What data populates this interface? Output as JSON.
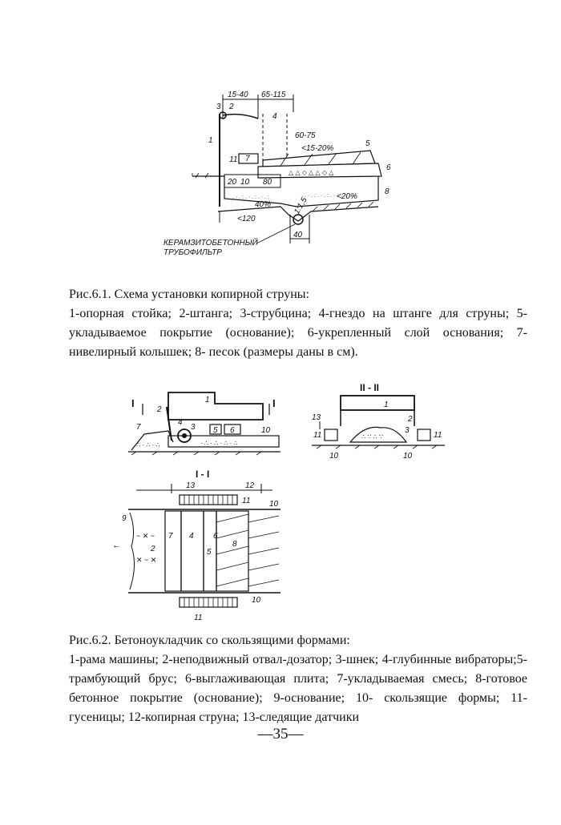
{
  "figure1": {
    "labels": {
      "dim_a": "15-40",
      "dim_b": "65-115",
      "dim_c": "60-75",
      "slope1": "<15-20%",
      "slope2": "40%",
      "slope3": "<20%",
      "side": "1:1,5",
      "d120": "<120",
      "d40": "40",
      "d20": "20",
      "d10": "10",
      "d80": "80",
      "n1": "1",
      "n2": "2",
      "n3": "3",
      "n4": "4",
      "n5": "5",
      "n6": "6",
      "n7": "7",
      "n8": "8",
      "n11": "11",
      "note1": "КЕРАМЗИТОБЕТОННЫЙ",
      "note2": "ТРУБОФИЛЬТР"
    },
    "caption_title": "Рис.6.1. Схема установки копирной струны:",
    "caption_text": "1-опорная стойка; 2-штанга; 3-струбцина; 4-гнездо на штанге для струны; 5- укладываемое покрытие (основание); 6-укрепленный слой основания; 7-нивелирный колышек; 8- песок (размеры даны в см)."
  },
  "figure2": {
    "labels": {
      "sec1": "I",
      "sec2": "I",
      "secII": "II - II",
      "secI": "I - I",
      "n1": "1",
      "n2": "2",
      "n3": "3",
      "n4": "4",
      "n5": "5",
      "n6": "6",
      "n7": "7",
      "n8": "8",
      "n9": "9",
      "n10": "10",
      "n11": "11",
      "n12": "12",
      "n13": "13"
    },
    "caption_title": "Рис.6.2. Бетоноукладчик со скользящими формами:",
    "caption_text": "1-рама машины; 2-неподвижный отвал-дозатор; 3-шнек; 4-глубинные вибраторы;5-трамбующий брус; 6-выглаживающая плита; 7-укладываемая смесь; 8-готовое бетонное покрытие (основание); 9-основание; 10- скользящие формы; 11- гусеницы; 12-копирная струна; 13-следящие датчики"
  },
  "page_number": "—35—"
}
